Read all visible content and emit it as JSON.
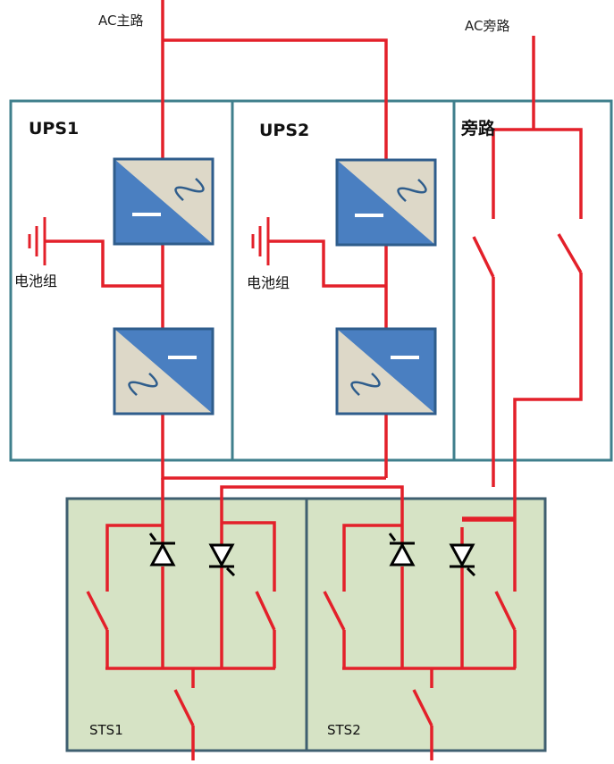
{
  "labels": {
    "ac_main": "AC主路",
    "ac_bypass": "AC旁路",
    "ups1": "UPS1",
    "ups2": "UPS2",
    "bypass": "旁路",
    "battery1": "电池组",
    "battery2": "电池组",
    "sts1": "STS1",
    "sts2": "STS2"
  },
  "colors": {
    "wire": "#e3202a",
    "ups_border": "#3f7f8c",
    "sts_fill": "#d6e3c5",
    "sts_border": "#3f5f70",
    "converter_blue": "#4a7fc1",
    "converter_beige": "#ddd8c8",
    "converter_border": "#2f5d8c"
  }
}
